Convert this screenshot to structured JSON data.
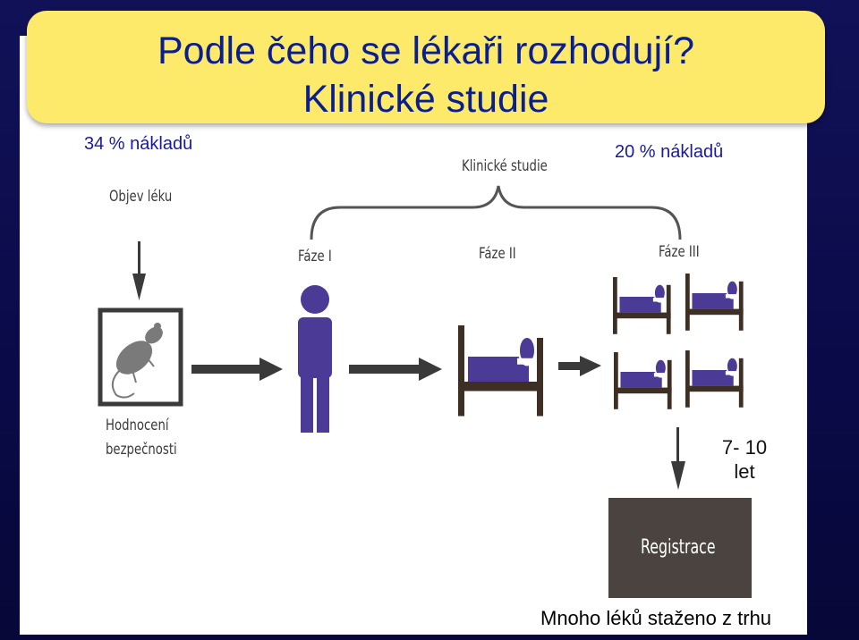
{
  "title": {
    "line1": "Podle čeho se lékaři rozhodují?",
    "line2": "Klinické studie"
  },
  "costs": {
    "left": "34 % nákladů",
    "right": "20 % nákladů"
  },
  "diagram": {
    "clinical_studies": "Klinické studie",
    "drug_discovery": "Objev léku",
    "phase1": "Fáze I",
    "phase2": "Fáze II",
    "phase3": "Fáze III",
    "safety_line1": "Hodnocení",
    "safety_line2": "bezpečnosti",
    "registration": "Registrace"
  },
  "duration": {
    "line1": "7- 10",
    "line2": "let"
  },
  "footer": "Mnoho léků staženo z trhu",
  "colors": {
    "title_bg": "#fde96a",
    "title_text": "#0a1f8f",
    "figure": "#4b3a96",
    "bed": "#3e2f24",
    "slide_bg": "#0a0a4a"
  }
}
